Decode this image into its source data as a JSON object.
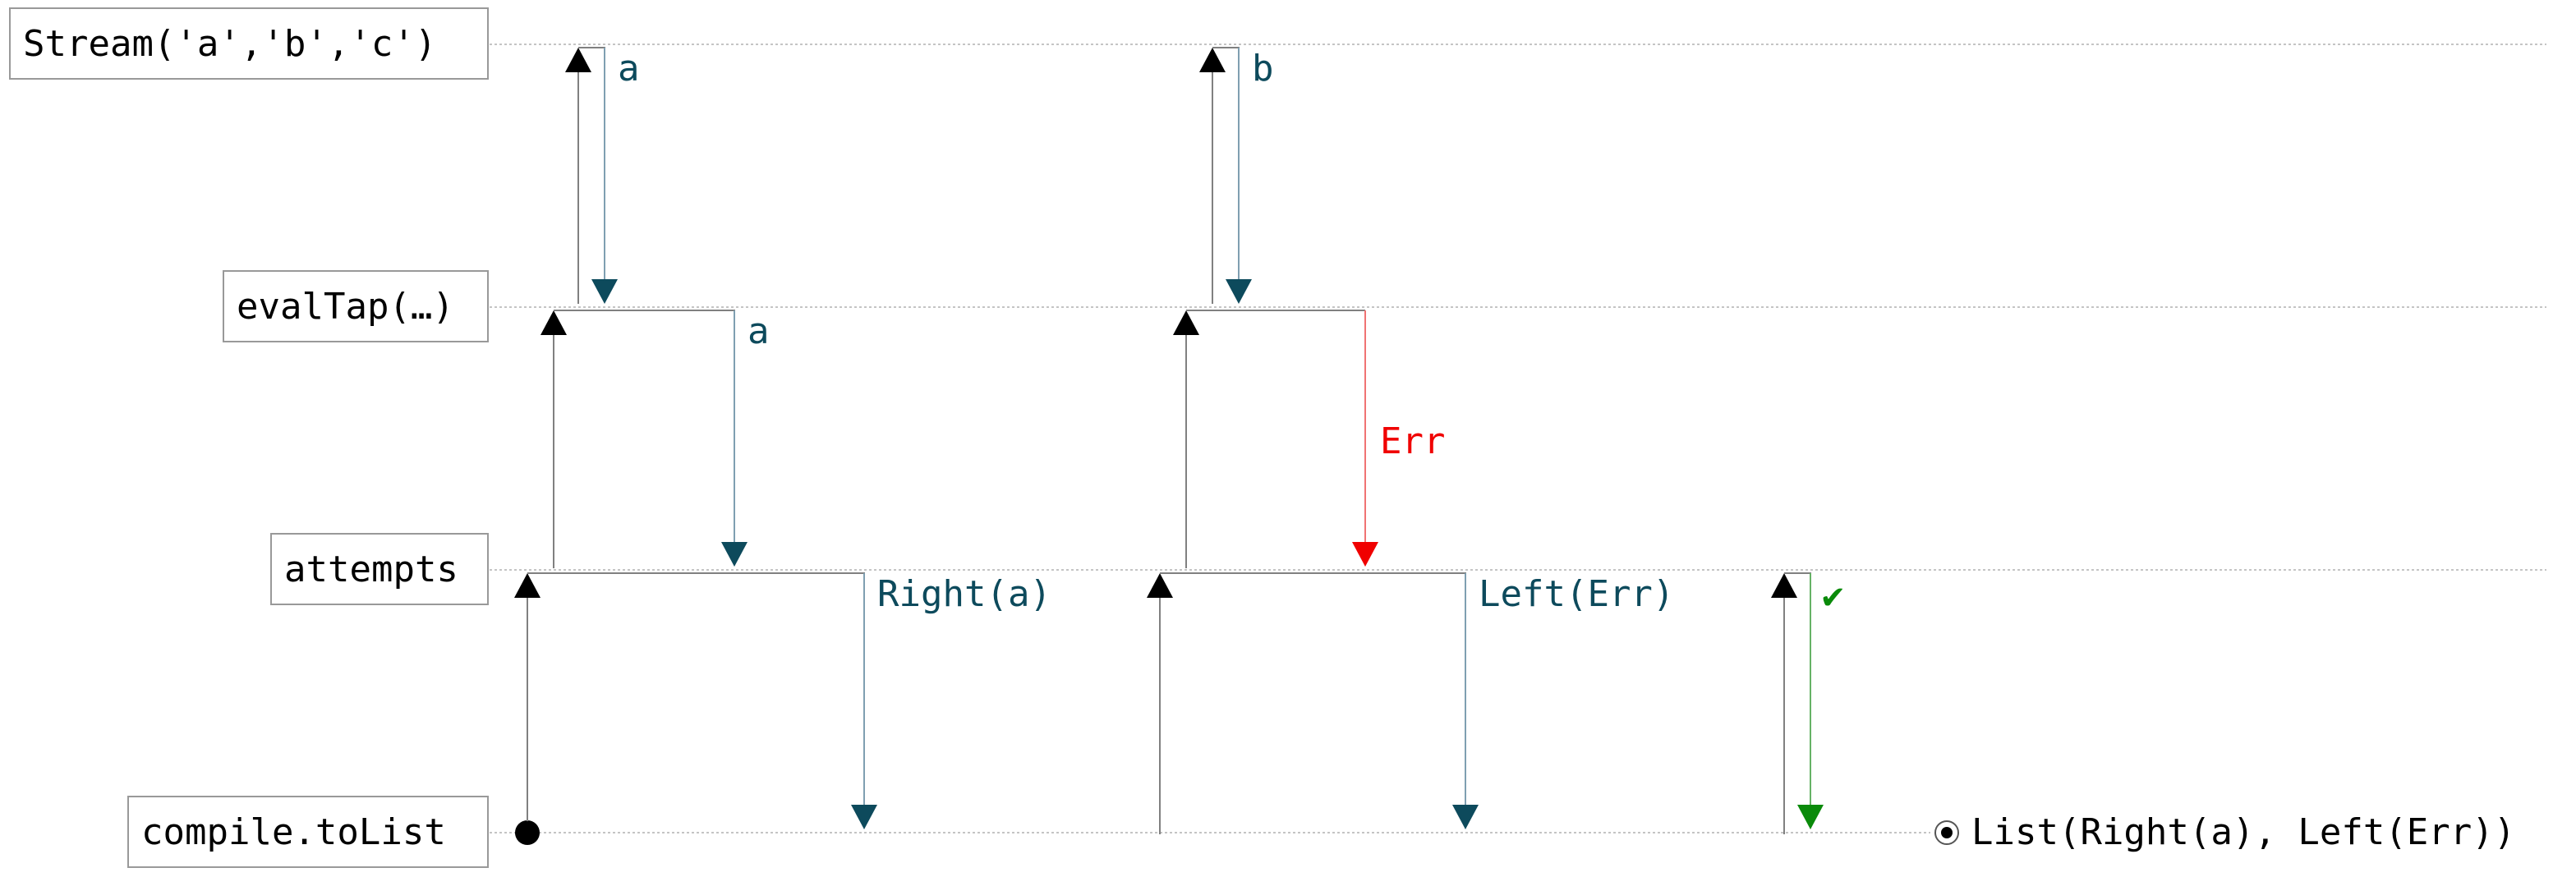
{
  "rows": {
    "stream": "Stream('a','b','c')",
    "evaltap": "evalTap(…)",
    "attempts": "attempts",
    "tolist": "compile.toList"
  },
  "flow_labels": {
    "stream_a": "a",
    "stream_b": "b",
    "evaltap_a": "a",
    "evaltap_err": "Err",
    "attempts_right": "Right(a)",
    "attempts_left": "Left(Err)",
    "attempts_done": "✔"
  },
  "result": {
    "value": "List(Right(a), Left(Err))"
  },
  "colors": {
    "value": "#0d4a5c",
    "error": "#f00000",
    "done": "#0a8a0a",
    "pull": "#000000"
  }
}
